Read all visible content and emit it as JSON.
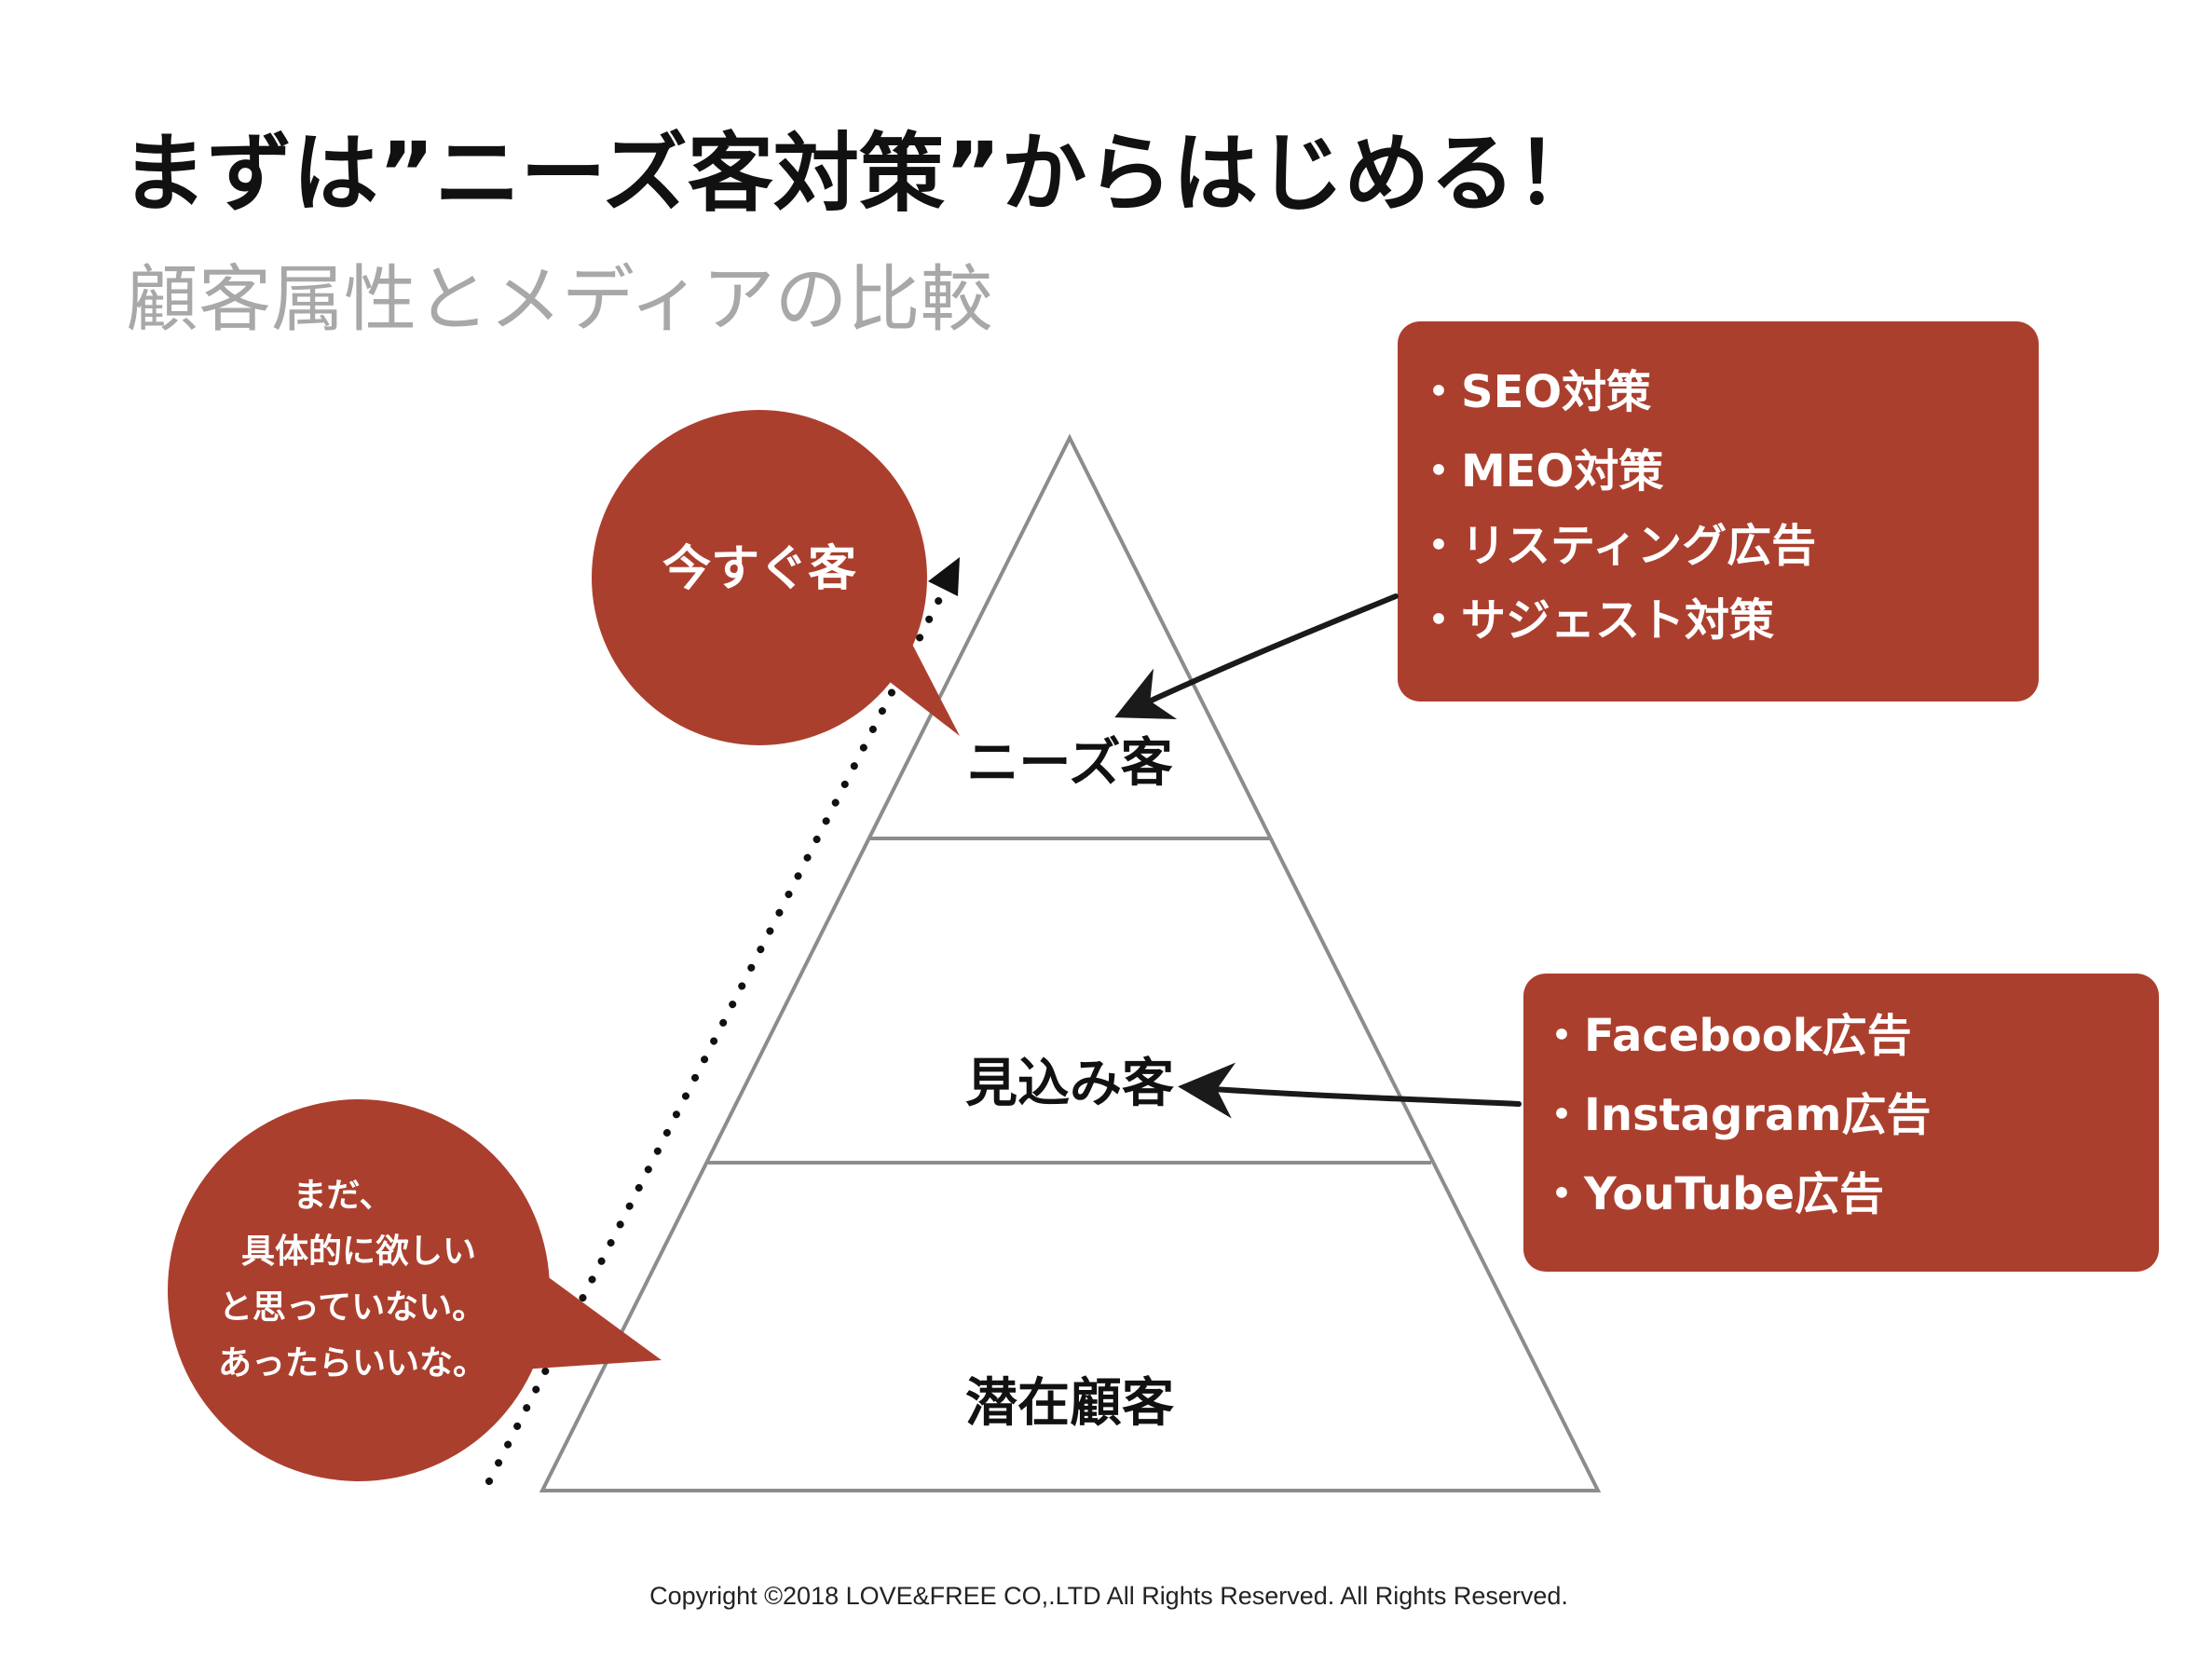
{
  "header": {
    "title": "まずは”ニーズ客対策”からはじめる！",
    "subtitle": "顧客属性とメディアの比較"
  },
  "pyramid": {
    "tiers": [
      {
        "label": "ニーズ客"
      },
      {
        "label": "見込み客"
      },
      {
        "label": "潜在顧客"
      }
    ]
  },
  "bubbles": {
    "top": {
      "text": "今すぐ客"
    },
    "bottom": {
      "lines": [
        "まだ、",
        "具体的に欲しい",
        "と思っていない。",
        "あったらいいな。"
      ]
    }
  },
  "boxes": {
    "needs_media": {
      "items": [
        "・SEO対策",
        "・MEO対策",
        "・リスティング広告",
        "・サジェスト対策"
      ]
    },
    "prospect_media": {
      "items": [
        "・Facebook広告",
        "・Instagram広告",
        "・YouTube広告"
      ]
    }
  },
  "footer": {
    "copyright": "Copyright ©2018 LOVE&FREE CO,.LTD All Rights Reserved. All Rights Reserved."
  },
  "colors": {
    "accent": "#ab3f2e",
    "pyramid_line": "#8c8c8c",
    "title": "#111111",
    "subtitle": "#a8a8a8"
  }
}
